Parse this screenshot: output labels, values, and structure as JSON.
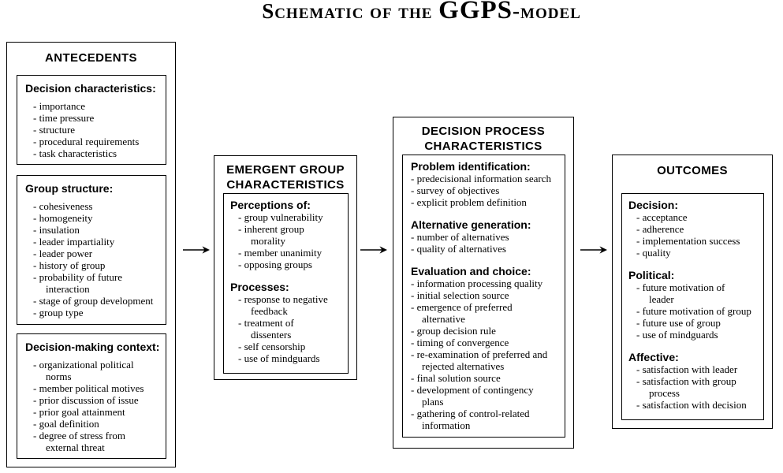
{
  "title": {
    "part1": "Schematic of the ",
    "part2": "GGPS",
    "part3": "-model"
  },
  "bullet_char": "-",
  "colors": {
    "ink": "#000000",
    "background": "#ffffff"
  },
  "boxes": [
    {
      "id": "antecedents",
      "title_lines": [
        "ANTECEDENTS"
      ],
      "sections": [
        {
          "heading": "Decision characteristics:",
          "items": [
            "importance",
            "time pressure",
            "structure",
            "procedural requirements",
            "task characteristics"
          ]
        },
        {
          "heading": "Group structure:",
          "items": [
            "cohesiveness",
            "homogeneity",
            "insulation",
            "leader impartiality",
            "leader power",
            "history of group",
            "probability of future\ninteraction",
            "stage of group development",
            "group type"
          ]
        },
        {
          "heading": "Decision-making context:",
          "items": [
            "organizational political\nnorms",
            "member political motives",
            "prior discussion of issue",
            "prior goal attainment",
            "goal definition",
            "degree of stress from\nexternal threat"
          ]
        }
      ]
    },
    {
      "id": "emergent-group",
      "title_lines": [
        "EMERGENT GROUP",
        "CHARACTERISTICS"
      ],
      "sections": [
        {
          "heading": "Perceptions of:",
          "items": [
            "group vulnerability",
            "inherent group\nmorality",
            "member unanimity",
            "opposing groups"
          ]
        },
        {
          "heading": "Processes:",
          "items": [
            "response to negative\nfeedback",
            "treatment of\ndissenters",
            "self censorship",
            "use of mindguards"
          ]
        }
      ]
    },
    {
      "id": "decision-process",
      "title_lines": [
        "DECISION PROCESS",
        "CHARACTERISTICS"
      ],
      "sections": [
        {
          "heading": "Problem identification:",
          "items": [
            "predecisional information search",
            "survey of objectives",
            "explicit problem definition"
          ]
        },
        {
          "heading": "Alternative generation:",
          "items": [
            "number of alternatives",
            "quality of alternatives"
          ]
        },
        {
          "heading": "Evaluation and choice:",
          "items": [
            "information processing quality",
            "initial selection source",
            "emergence of preferred\nalternative",
            "group decision rule",
            "timing of convergence",
            "re-examination of preferred and\nrejected alternatives",
            "final solution source",
            "development of contingency\nplans",
            "gathering of control-related\ninformation"
          ]
        }
      ]
    },
    {
      "id": "outcomes",
      "title_lines": [
        "OUTCOMES"
      ],
      "sections": [
        {
          "heading": "Decision:",
          "items": [
            "acceptance",
            "adherence",
            "implementation success",
            "quality"
          ]
        },
        {
          "heading": "Political:",
          "items": [
            "future motivation of\nleader",
            "future motivation of group",
            "future use of group",
            "use of mindguards"
          ]
        },
        {
          "heading": "Affective:",
          "items": [
            "satisfaction with leader",
            "satisfaction with group\nprocess",
            "satisfaction with decision"
          ]
        }
      ]
    }
  ]
}
